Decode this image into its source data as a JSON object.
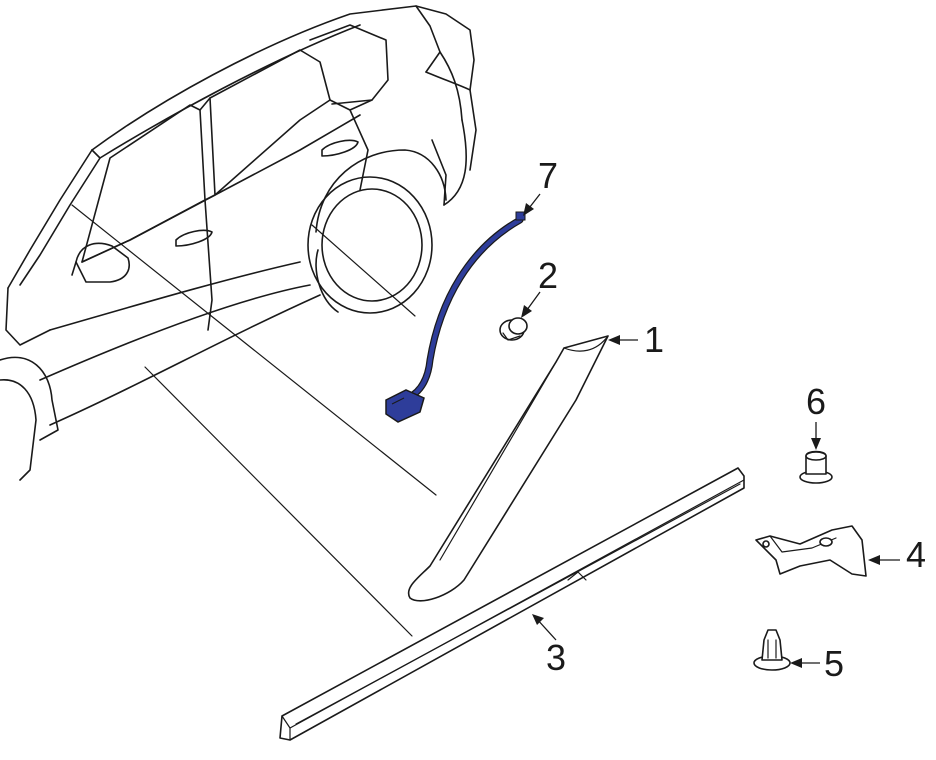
{
  "diagram": {
    "accent_color": "#2e3d9a",
    "callouts": [
      {
        "id": "1",
        "label": "1"
      },
      {
        "id": "2",
        "label": "2"
      },
      {
        "id": "3",
        "label": "3"
      },
      {
        "id": "4",
        "label": "4"
      },
      {
        "id": "5",
        "label": "5"
      },
      {
        "id": "6",
        "label": "6"
      },
      {
        "id": "7",
        "label": "7"
      }
    ]
  }
}
